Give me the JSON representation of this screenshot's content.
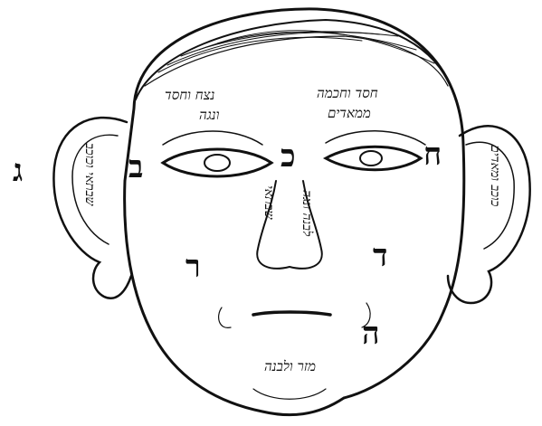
{
  "letters": {
    "left_outer": "ג",
    "left_eye": "ב",
    "nose_bridge": "כ",
    "right_eye": "ח",
    "left_cheek": "ר",
    "right_cheek": "ד",
    "chin_right": "ה"
  },
  "texts": {
    "forehead_left": "נצח וחסד",
    "forehead_left_2": "ונגה",
    "forehead_right": "חסד וחכמה",
    "forehead_right_2": "ממאדים",
    "nose_vertical_1": "שבתאי",
    "nose_vertical_2": "לבנה ונגה",
    "left_ear": "שבתאי וכוכב",
    "right_ear": "כוכב ומאדים",
    "chin": "מזר ולבנה"
  },
  "colors": {
    "ink": "#111111",
    "paper": "#ffffff"
  }
}
